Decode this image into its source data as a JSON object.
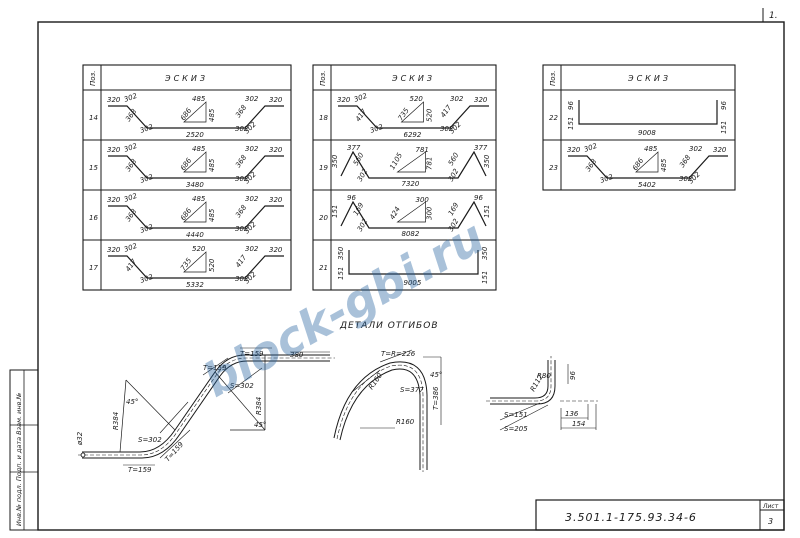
{
  "page_number": "1.",
  "header_pos": "Поз.",
  "header_sketch": "ЭСКИЗ",
  "details_title": "ДЕТАЛИ ОТГИБОВ",
  "watermark": "block-gbi.ru",
  "side_stamp": "Инв.№ подл.  Подп. и дата  Взам. инв.№",
  "drawing_code": "3.501.1-175.93.34-6",
  "sheet_label": "Лист",
  "sheet_number": "3",
  "tables": [
    {
      "rows": [
        {
          "pos": "14",
          "labels": [
            "320",
            "302",
            "485",
            "485",
            "302",
            "320",
            "368",
            "302",
            "686",
            "368",
            "302",
            "2520",
            "302"
          ]
        },
        {
          "pos": "15",
          "labels": [
            "320",
            "302",
            "485",
            "485",
            "302",
            "320",
            "368",
            "302",
            "686",
            "368",
            "302",
            "3480",
            "302"
          ]
        },
        {
          "pos": "16",
          "labels": [
            "320",
            "302",
            "485",
            "485",
            "302",
            "320",
            "368",
            "302",
            "686",
            "368",
            "302",
            "4440",
            "302"
          ]
        },
        {
          "pos": "17",
          "labels": [
            "320",
            "302",
            "520",
            "520",
            "302",
            "320",
            "417",
            "302",
            "735",
            "417",
            "302",
            "5332",
            "302"
          ]
        }
      ]
    },
    {
      "rows": [
        {
          "pos": "18",
          "labels": [
            "320",
            "302",
            "520",
            "520",
            "302",
            "320",
            "417",
            "302",
            "735",
            "417",
            "302",
            "6292",
            "302"
          ]
        },
        {
          "pos": "19",
          "labels": [
            "350",
            "377",
            "560",
            "781",
            "781",
            "560",
            "377",
            "350",
            "302",
            "7320",
            "302",
            "1105",
            ""
          ]
        },
        {
          "pos": "20",
          "labels": [
            "151",
            "96",
            "169",
            "300",
            "300",
            "169",
            "96",
            "151",
            "302",
            "8082",
            "302",
            "424",
            ""
          ]
        },
        {
          "pos": "21",
          "labels": [
            "350",
            "151",
            "9005",
            "350",
            "151"
          ]
        }
      ]
    },
    {
      "rows": [
        {
          "pos": "22",
          "labels": [
            "96",
            "151",
            "9008",
            "96",
            "151"
          ]
        },
        {
          "pos": "23",
          "labels": [
            "320",
            "302",
            "485",
            "485",
            "302",
            "320",
            "368",
            "302",
            "686",
            "368",
            "302",
            "5402",
            "302"
          ]
        }
      ]
    }
  ],
  "detail1": {
    "labels": [
      "T=159",
      "T=159",
      "380",
      "S=302",
      "R384",
      "45°",
      "R384",
      "45°",
      "S=302",
      "T=159",
      "T=159",
      "ø32"
    ]
  },
  "detail2": {
    "labels": [
      "T=R=226",
      "45°",
      "R160",
      "S=377",
      "T=386",
      "R160"
    ]
  },
  "detail3": {
    "labels": [
      "R80",
      "R112",
      "96",
      "S=151",
      "S=205",
      "136",
      "154"
    ]
  }
}
